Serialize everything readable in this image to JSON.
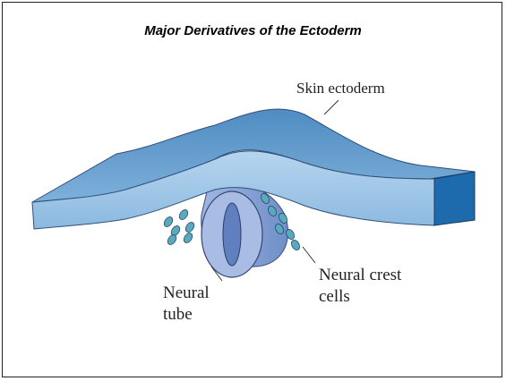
{
  "title": "Major Derivatives of the Ectoderm",
  "labels": {
    "skin_ectoderm": "Skin ectoderm",
    "neural_crest_line1": "Neural crest",
    "neural_crest_line2": "cells",
    "neural_tube_line1": "Neural",
    "neural_tube_line2": "tube"
  },
  "colors": {
    "sheet_top": "#5b94c6",
    "sheet_front": "#9fc6e6",
    "sheet_side": "#1d6aad",
    "tube": "#8ea8d8",
    "crest_cell": "#5aa9bf"
  }
}
